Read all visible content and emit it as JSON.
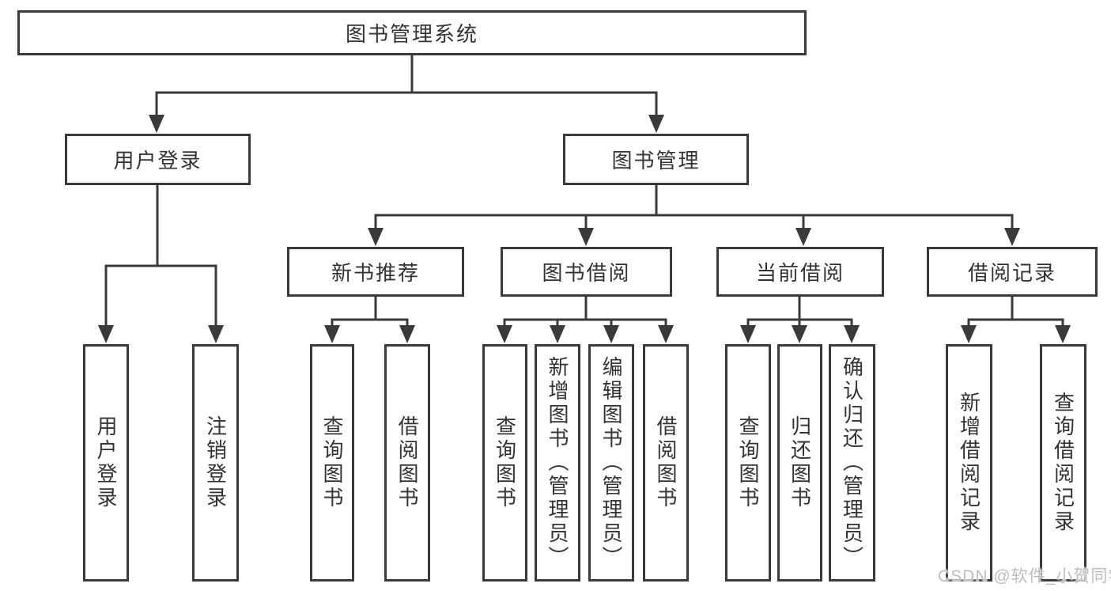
{
  "diagram_title": "图书管理系统",
  "watermark": "CSDN @软件_小贺同学",
  "colors": {
    "line": "#3a3a3a",
    "text": "#333333",
    "box_background": "#ffffff",
    "watermark": "#bdbdbd"
  },
  "nodes": {
    "root": {
      "label": "图书管理系统"
    },
    "user_login": {
      "label": "用户登录"
    },
    "book_management": {
      "label": "图书管理"
    },
    "new_book_recommend": {
      "label": "新书推荐"
    },
    "book_borrow": {
      "label": "图书借阅"
    },
    "current_borrow": {
      "label": "当前借阅"
    },
    "borrow_records": {
      "label": "借阅记录"
    },
    "login_user_login": {
      "label": "用户登录"
    },
    "login_logout": {
      "label": "注销登录"
    },
    "recommend_query_books": {
      "label": "查询图书"
    },
    "recommend_borrow_books": {
      "label": "借阅图书"
    },
    "borrow_query_books": {
      "label": "查询图书"
    },
    "borrow_add_books": {
      "label": "新增图书（管理员）"
    },
    "borrow_edit_books": {
      "label": "编辑图书（管理员）"
    },
    "borrow_borrow_books": {
      "label": "借阅图书"
    },
    "current_query_books": {
      "label": "查询图书"
    },
    "current_return_books": {
      "label": "归还图书"
    },
    "current_confirm_return": {
      "label": "确认归还（管理员）"
    },
    "records_add_record": {
      "label": "新增借阅记录"
    },
    "records_query_record": {
      "label": "查询借阅记录"
    }
  }
}
